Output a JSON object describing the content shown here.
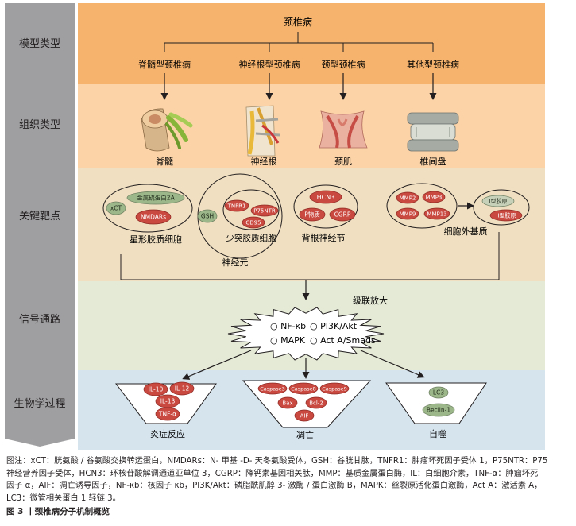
{
  "colors": {
    "sidebar": "#9f9fa1",
    "band_model": "#f6b36d",
    "band_tissue": "#fbd3a7",
    "band_targets": "#f0dfc0",
    "band_signal": "#e4ead6",
    "band_bio": "#d6e4ee",
    "oval_red": "#c9483f",
    "oval_green": "#9cb789",
    "oval_gray": "#c7d0b8",
    "line": "#231f20"
  },
  "rows": {
    "model": "模型类型",
    "tissue": "组织类型",
    "targets": "关键靶点",
    "signal": "信号通路",
    "bio": "生物学过程"
  },
  "model": {
    "root": "颈椎病",
    "types": [
      "脊髓型颈椎病",
      "神经根型颈椎病",
      "颈型颈椎病",
      "其他型颈椎病"
    ]
  },
  "tissue": {
    "items": [
      {
        "label": "脊髓",
        "icon": "spinal-cord-icon"
      },
      {
        "label": "神经根",
        "icon": "nerve-root-icon"
      },
      {
        "label": "颈肌",
        "icon": "neck-muscle-icon"
      },
      {
        "label": "椎间盘",
        "icon": "intervertebral-disc-icon"
      }
    ]
  },
  "targets": {
    "astrocyte": {
      "markers": [
        "xCT",
        "金属硫蛋白2A",
        "NMDARs"
      ],
      "label": "星形胶质细胞"
    },
    "neuron": {
      "outer_marker": "GSH",
      "inner_markers": [
        "TNFR1",
        "P75NTR",
        "CD95"
      ],
      "inner_label": "少突胶质细胞",
      "label": "神经元"
    },
    "drg": {
      "markers": [
        "HCN3",
        "P物质",
        "CGRP"
      ],
      "label": "背根神经节"
    },
    "ecm": {
      "markers": [
        "MMP2",
        "MMP3",
        "MMP9",
        "MMP13"
      ],
      "collagen": [
        "I型胶原",
        "II型胶原"
      ],
      "label": "细胞外基质"
    }
  },
  "signal": {
    "cascade": "级联放大",
    "pathways": [
      "NF-κb",
      "PI3K/Akt",
      "MAPK",
      "Act A/Smads"
    ]
  },
  "bio": {
    "inflammation": {
      "markers": [
        "IL-10",
        "IL-12",
        "IL-1β",
        "TNF-α"
      ],
      "label": "炎症反应"
    },
    "apoptosis": {
      "markers": [
        "Caspase3",
        "Caspase8",
        "Caspase9",
        "Bax",
        "Bcl-2",
        "AIF"
      ],
      "label": "凋亡"
    },
    "autophagy": {
      "markers": [
        "LC3",
        "Beclin-1"
      ],
      "label": "自噬"
    }
  },
  "caption": {
    "lines": [
      "图注：xCT：胱氨酸 / 谷氨酸交换转运蛋白，NMDARs：N- 甲基 -D- 天冬氨酸受体，GSH：谷胱甘肽，TNFR1：肿瘤坏死因子受体 1，P75NTR：P75",
      "神经营养因子受体，HCN3：环核苷酸解调通道亚单位 3，CGRP：降钙素基因相关肽，MMP：基质金属蛋白酶，IL：白细胞介素，TNF-α：肿瘤坏死",
      "因子 α，AIF：凋亡诱导因子，NF-κb：核因子 κb，PI3K/Akt：磷脂酰肌醇 3- 激酶 / 蛋白激酶 B，MAPK：丝裂原活化蛋白激酶，Act A：激活素 A，",
      "LC3：微管相关蛋白 1 轻链 3。"
    ],
    "figure_label": "图 3 丨颈椎病分子机制概览"
  }
}
